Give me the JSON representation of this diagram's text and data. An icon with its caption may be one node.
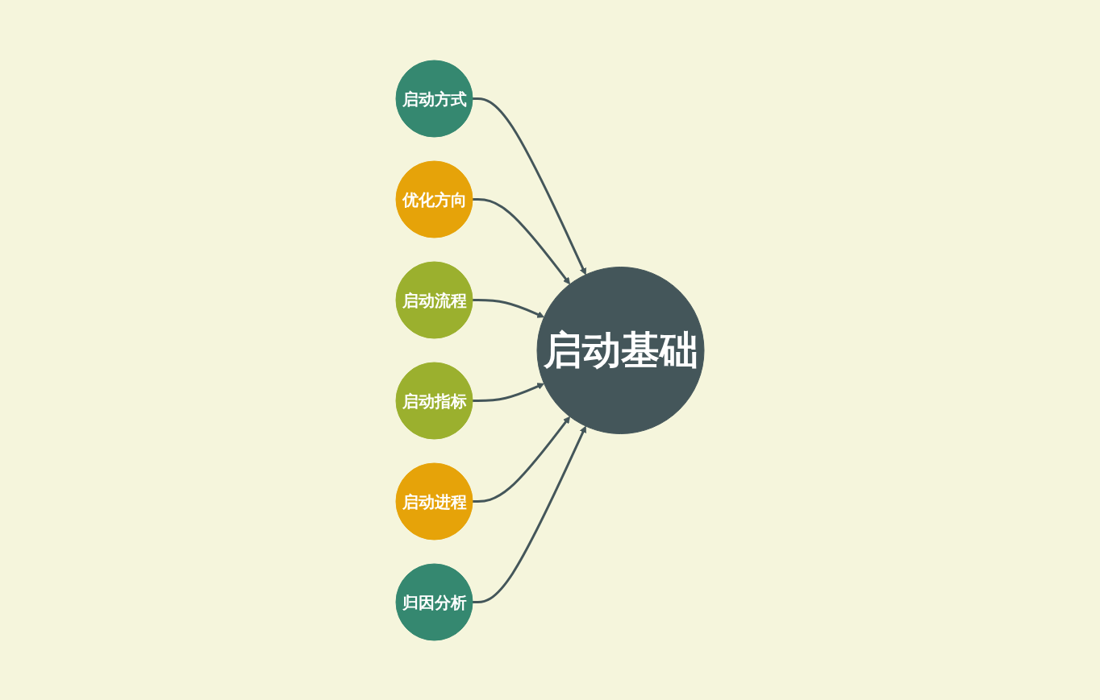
{
  "diagram": {
    "nodes": [
      {
        "text": [
          "启动方式"
        ]
      },
      {
        "text": [
          "优化方向"
        ]
      },
      {
        "text": [
          "启动流程"
        ]
      },
      {
        "text": [
          "启动基础"
        ]
      },
      {
        "text": [
          "启动指标"
        ]
      },
      {
        "text": [
          "启动进程"
        ]
      },
      {
        "text": [
          "归因分析"
        ]
      }
    ],
    "edges": [
      {
        "from": 0,
        "to": 3,
        "arrow": "to"
      },
      {
        "from": 1,
        "to": 3,
        "arrow": "to"
      },
      {
        "from": 2,
        "to": 3,
        "arrow": "to"
      },
      {
        "from": 4,
        "to": 3,
        "arrow": "to"
      },
      {
        "from": 5,
        "to": 3,
        "arrow": "to"
      },
      {
        "from": 6,
        "to": 3,
        "arrow": "to"
      }
    ]
  }
}
